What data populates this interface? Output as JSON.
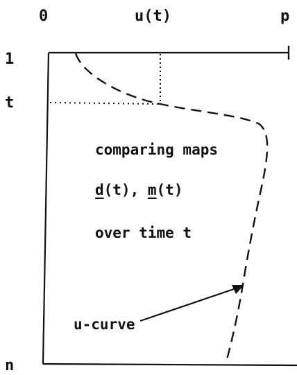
{
  "top_axis": {
    "left_label": "0",
    "middle_label": "u(t)",
    "right_label": "p"
  },
  "left_axis": {
    "top_label": "1",
    "middle_label": "t",
    "bottom_label": "n"
  },
  "annotation": {
    "line1": "comparing maps",
    "line2_d": "d",
    "line2_rest1": "(t), ",
    "line2_m": "m",
    "line2_rest2": "(t)",
    "line3": "over time t"
  },
  "curve_label": "u-curve",
  "colors": {
    "ink": "#111111",
    "background": "#ffffff"
  }
}
